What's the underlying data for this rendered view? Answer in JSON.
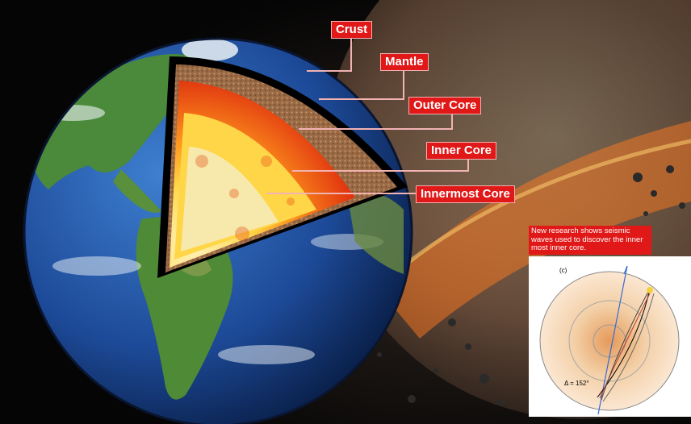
{
  "labels": {
    "crust": "Crust",
    "mantle": "Mantle",
    "outer_core": "Outer Core",
    "inner_core": "Inner Core",
    "innermost_core": "Innermost Core"
  },
  "inset": {
    "caption": "New research shows seismic waves used to discover the inner most inner core.",
    "panel_tag": "(c)",
    "angle_label": "Δ = 152°"
  },
  "colors": {
    "label_bg": "#e01818",
    "ocean": "#1f4f9e",
    "land": "#3f7d34",
    "mantle": "#9c6a44",
    "outer_core": "#f0451a",
    "inner_core": "#ffd24a",
    "innermost_core": "#f6e7a4"
  }
}
